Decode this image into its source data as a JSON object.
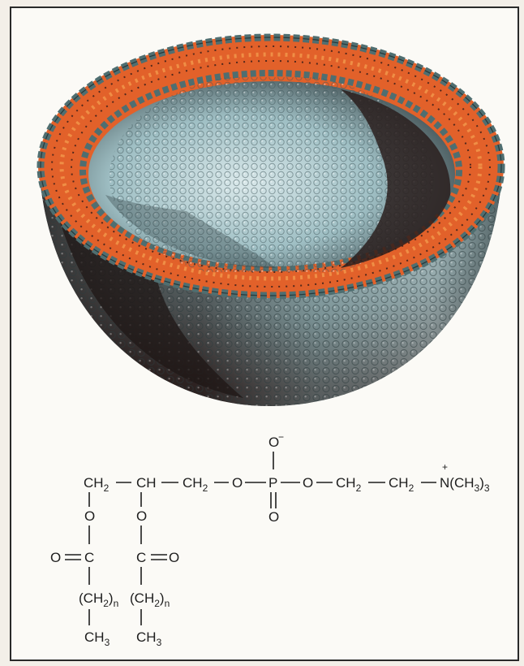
{
  "formula": {
    "o_minus": "O",
    "minus_sign": "−",
    "backbone": {
      "ch2_a": "CH",
      "ch2_a_sub": "2",
      "ch": "CH",
      "ch2_b": "CH",
      "ch2_b_sub": "2",
      "o_ester": "O",
      "p": "P",
      "o_right": "O",
      "ch2_c": "CH",
      "ch2_c_sub": "2",
      "ch2_d": "CH",
      "ch2_d_sub": "2",
      "n_group": "N(CH",
      "n_group_sub": "3",
      "n_group_close": ")",
      "n_group_close_sub": "3",
      "plus_sign": "+"
    },
    "p_double_o": "O",
    "chain_left": {
      "o": "O",
      "carbonyl_o": "O",
      "c": "C",
      "ch2n": "(CH",
      "ch2n_sub": "2",
      "ch2n_close": ")",
      "ch2n_close_sub": "n",
      "ch3": "CH",
      "ch3_sub": "3"
    },
    "chain_right": {
      "o": "O",
      "c": "C",
      "carbonyl_o": "O",
      "ch2n": "(CH",
      "ch2n_sub": "2",
      "ch2n_close": ")",
      "ch2n_close_sub": "n",
      "ch3": "CH",
      "ch3_sub": "3"
    }
  },
  "colors": {
    "head_group": "#4f6e70",
    "tail_orange": "#e2612a",
    "tail_dark": "#3a1f1a",
    "shell_dark": "#2b1f1e",
    "interior_light": "#b9d3d8"
  }
}
